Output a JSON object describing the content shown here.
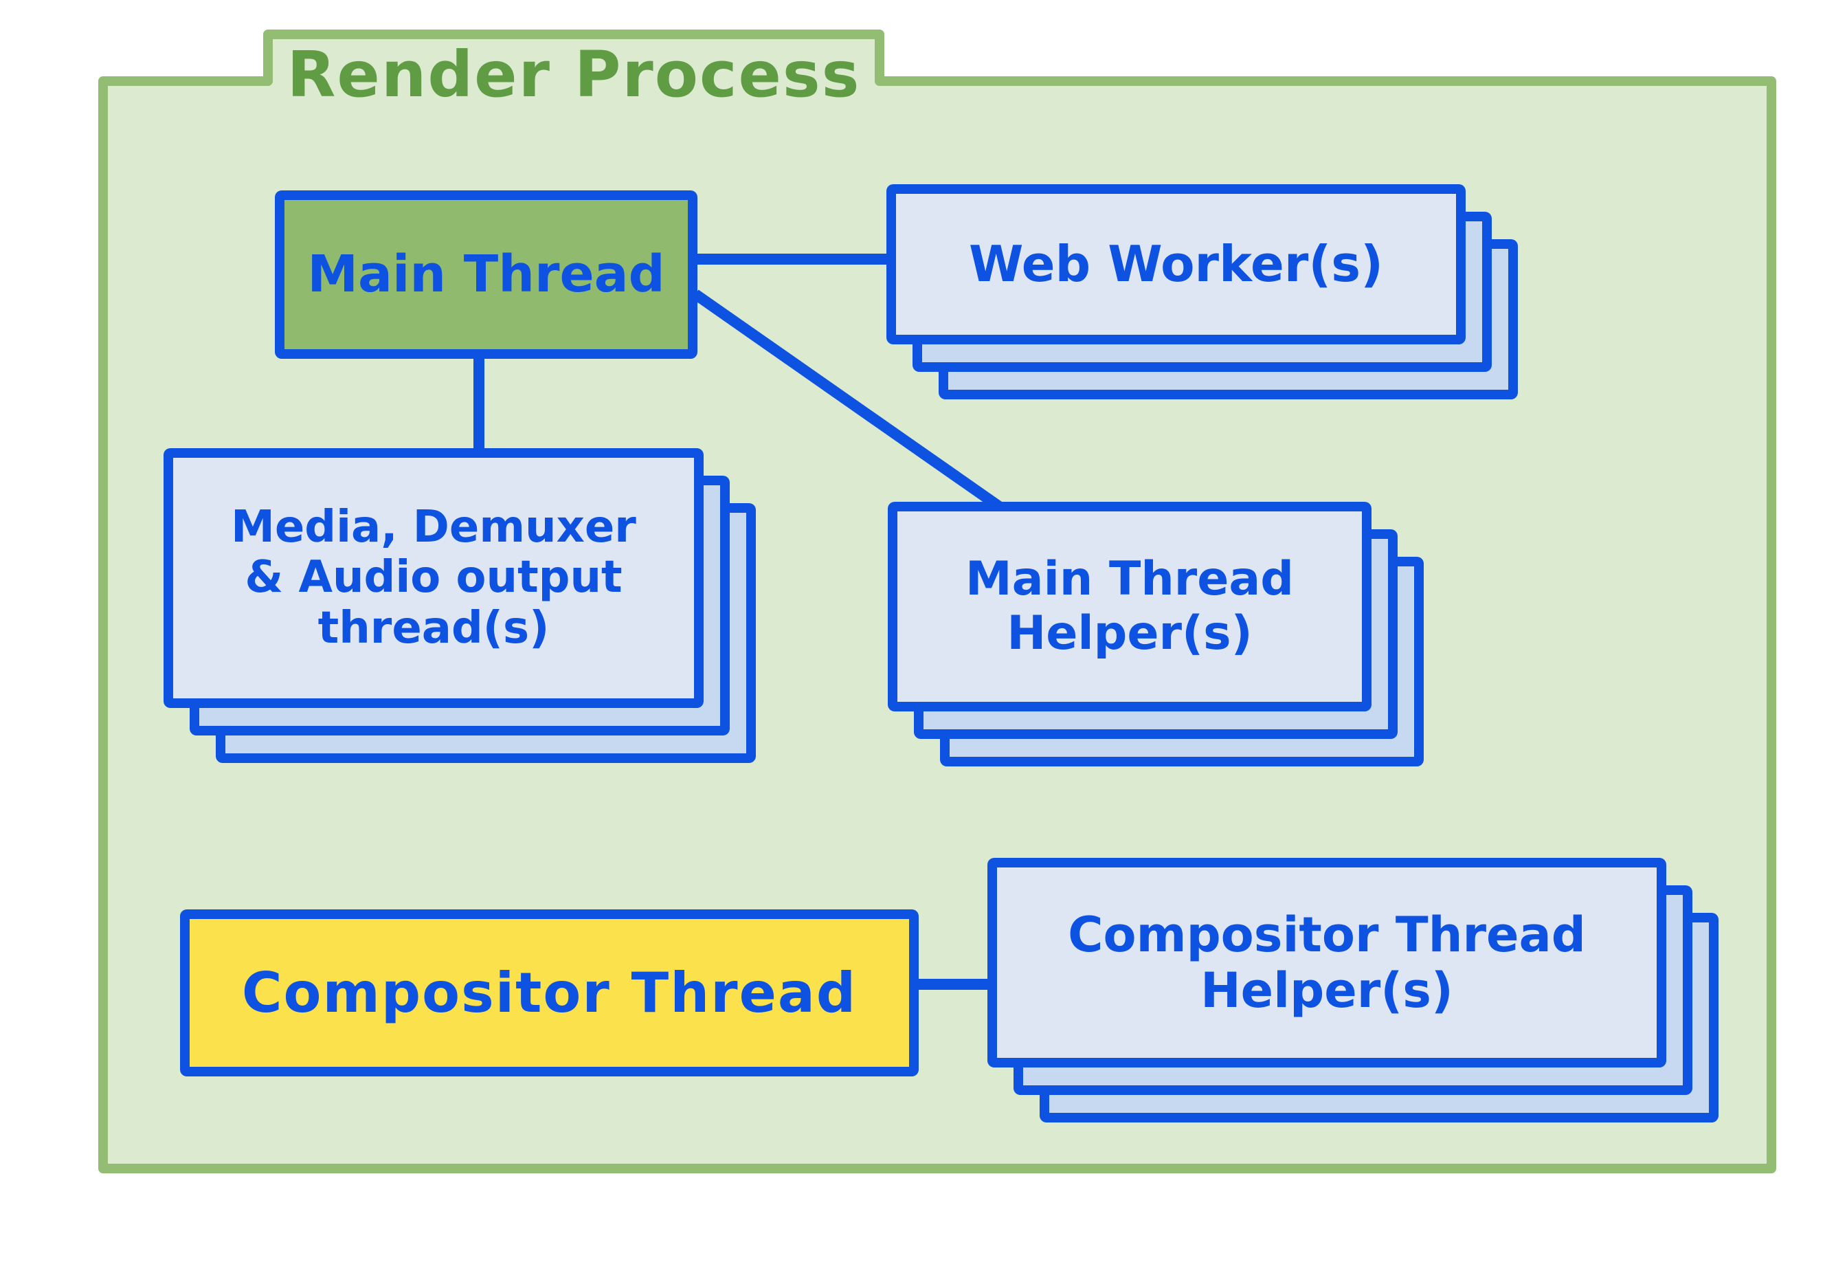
{
  "diagram": {
    "title": "Render Process",
    "nodes": {
      "main_thread": {
        "label": "Main Thread",
        "kind": "single box",
        "fill": "#90ba6d"
      },
      "web_workers": {
        "label": "Web Worker(s)",
        "kind": "stacked cards",
        "fill": "#dde6f2"
      },
      "media_threads": {
        "lines": [
          "Media, Demuxer",
          "& Audio output",
          "thread(s)"
        ],
        "kind": "stacked cards",
        "fill": "#dde6f2"
      },
      "main_thread_helpers": {
        "lines": [
          "Main Thread",
          "Helper(s)"
        ],
        "kind": "stacked cards",
        "fill": "#dde6f2"
      },
      "compositor_thread": {
        "label": "Compositor Thread",
        "kind": "single box",
        "fill": "#fbe14b"
      },
      "compositor_thread_helpers": {
        "lines": [
          "Compositor Thread",
          "Helper(s)"
        ],
        "kind": "stacked cards",
        "fill": "#dde6f2"
      }
    },
    "edges": [
      {
        "from": "Main Thread",
        "to": "Web Worker(s)"
      },
      {
        "from": "Main Thread",
        "to": "Media, Demuxer & Audio output thread(s)"
      },
      {
        "from": "Main Thread",
        "to": "Main Thread Helper(s)"
      },
      {
        "from": "Compositor Thread",
        "to": "Compositor Thread Helper(s)"
      }
    ],
    "colors": {
      "canvas_background": "#ffffff",
      "process_fill": "#dcead0",
      "process_border": "#93bd72",
      "title_text": "#5f9c44",
      "node_border_and_text": "#0d52e0",
      "stack_layer_fill": "#c7d9f0",
      "main_thread_fill": "#90ba6d",
      "compositor_fill": "#fbe14b",
      "card_fill": "#dde6f2"
    }
  }
}
